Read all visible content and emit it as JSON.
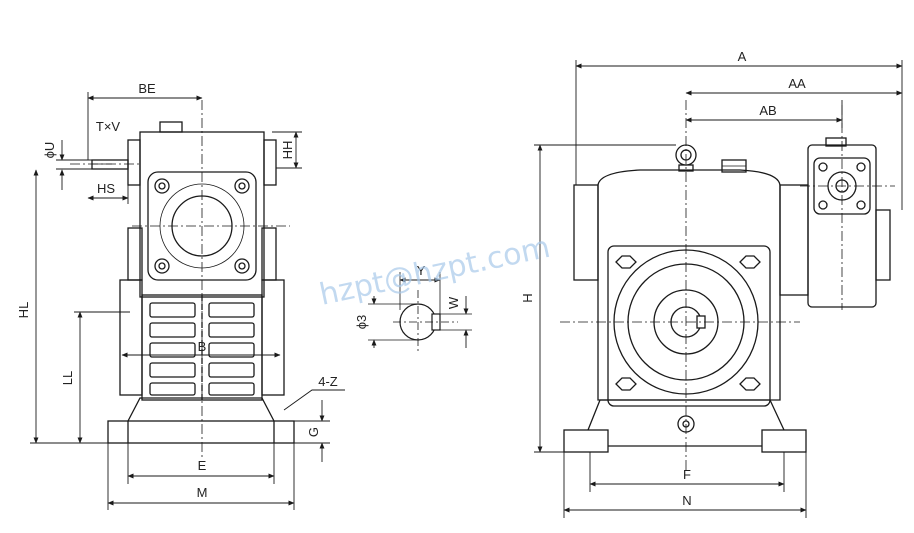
{
  "labels": {
    "be": "BE",
    "txv": "T×V",
    "phiu": "ϕU",
    "hh": "HH",
    "hs": "HS",
    "hl": "HL",
    "ll": "LL",
    "b": "B",
    "fourz": "4-Z",
    "g": "G",
    "e": "E",
    "m": "M",
    "y": "Y",
    "phi3": "ϕ3",
    "w": "W",
    "a": "A",
    "aa": "AA",
    "ab": "AB",
    "h": "H",
    "f": "F",
    "n": "N"
  },
  "watermark": "hzpt@hzpt.com",
  "colors": {
    "line": "#1a1a1a",
    "watermark": "#a9c9ea"
  }
}
